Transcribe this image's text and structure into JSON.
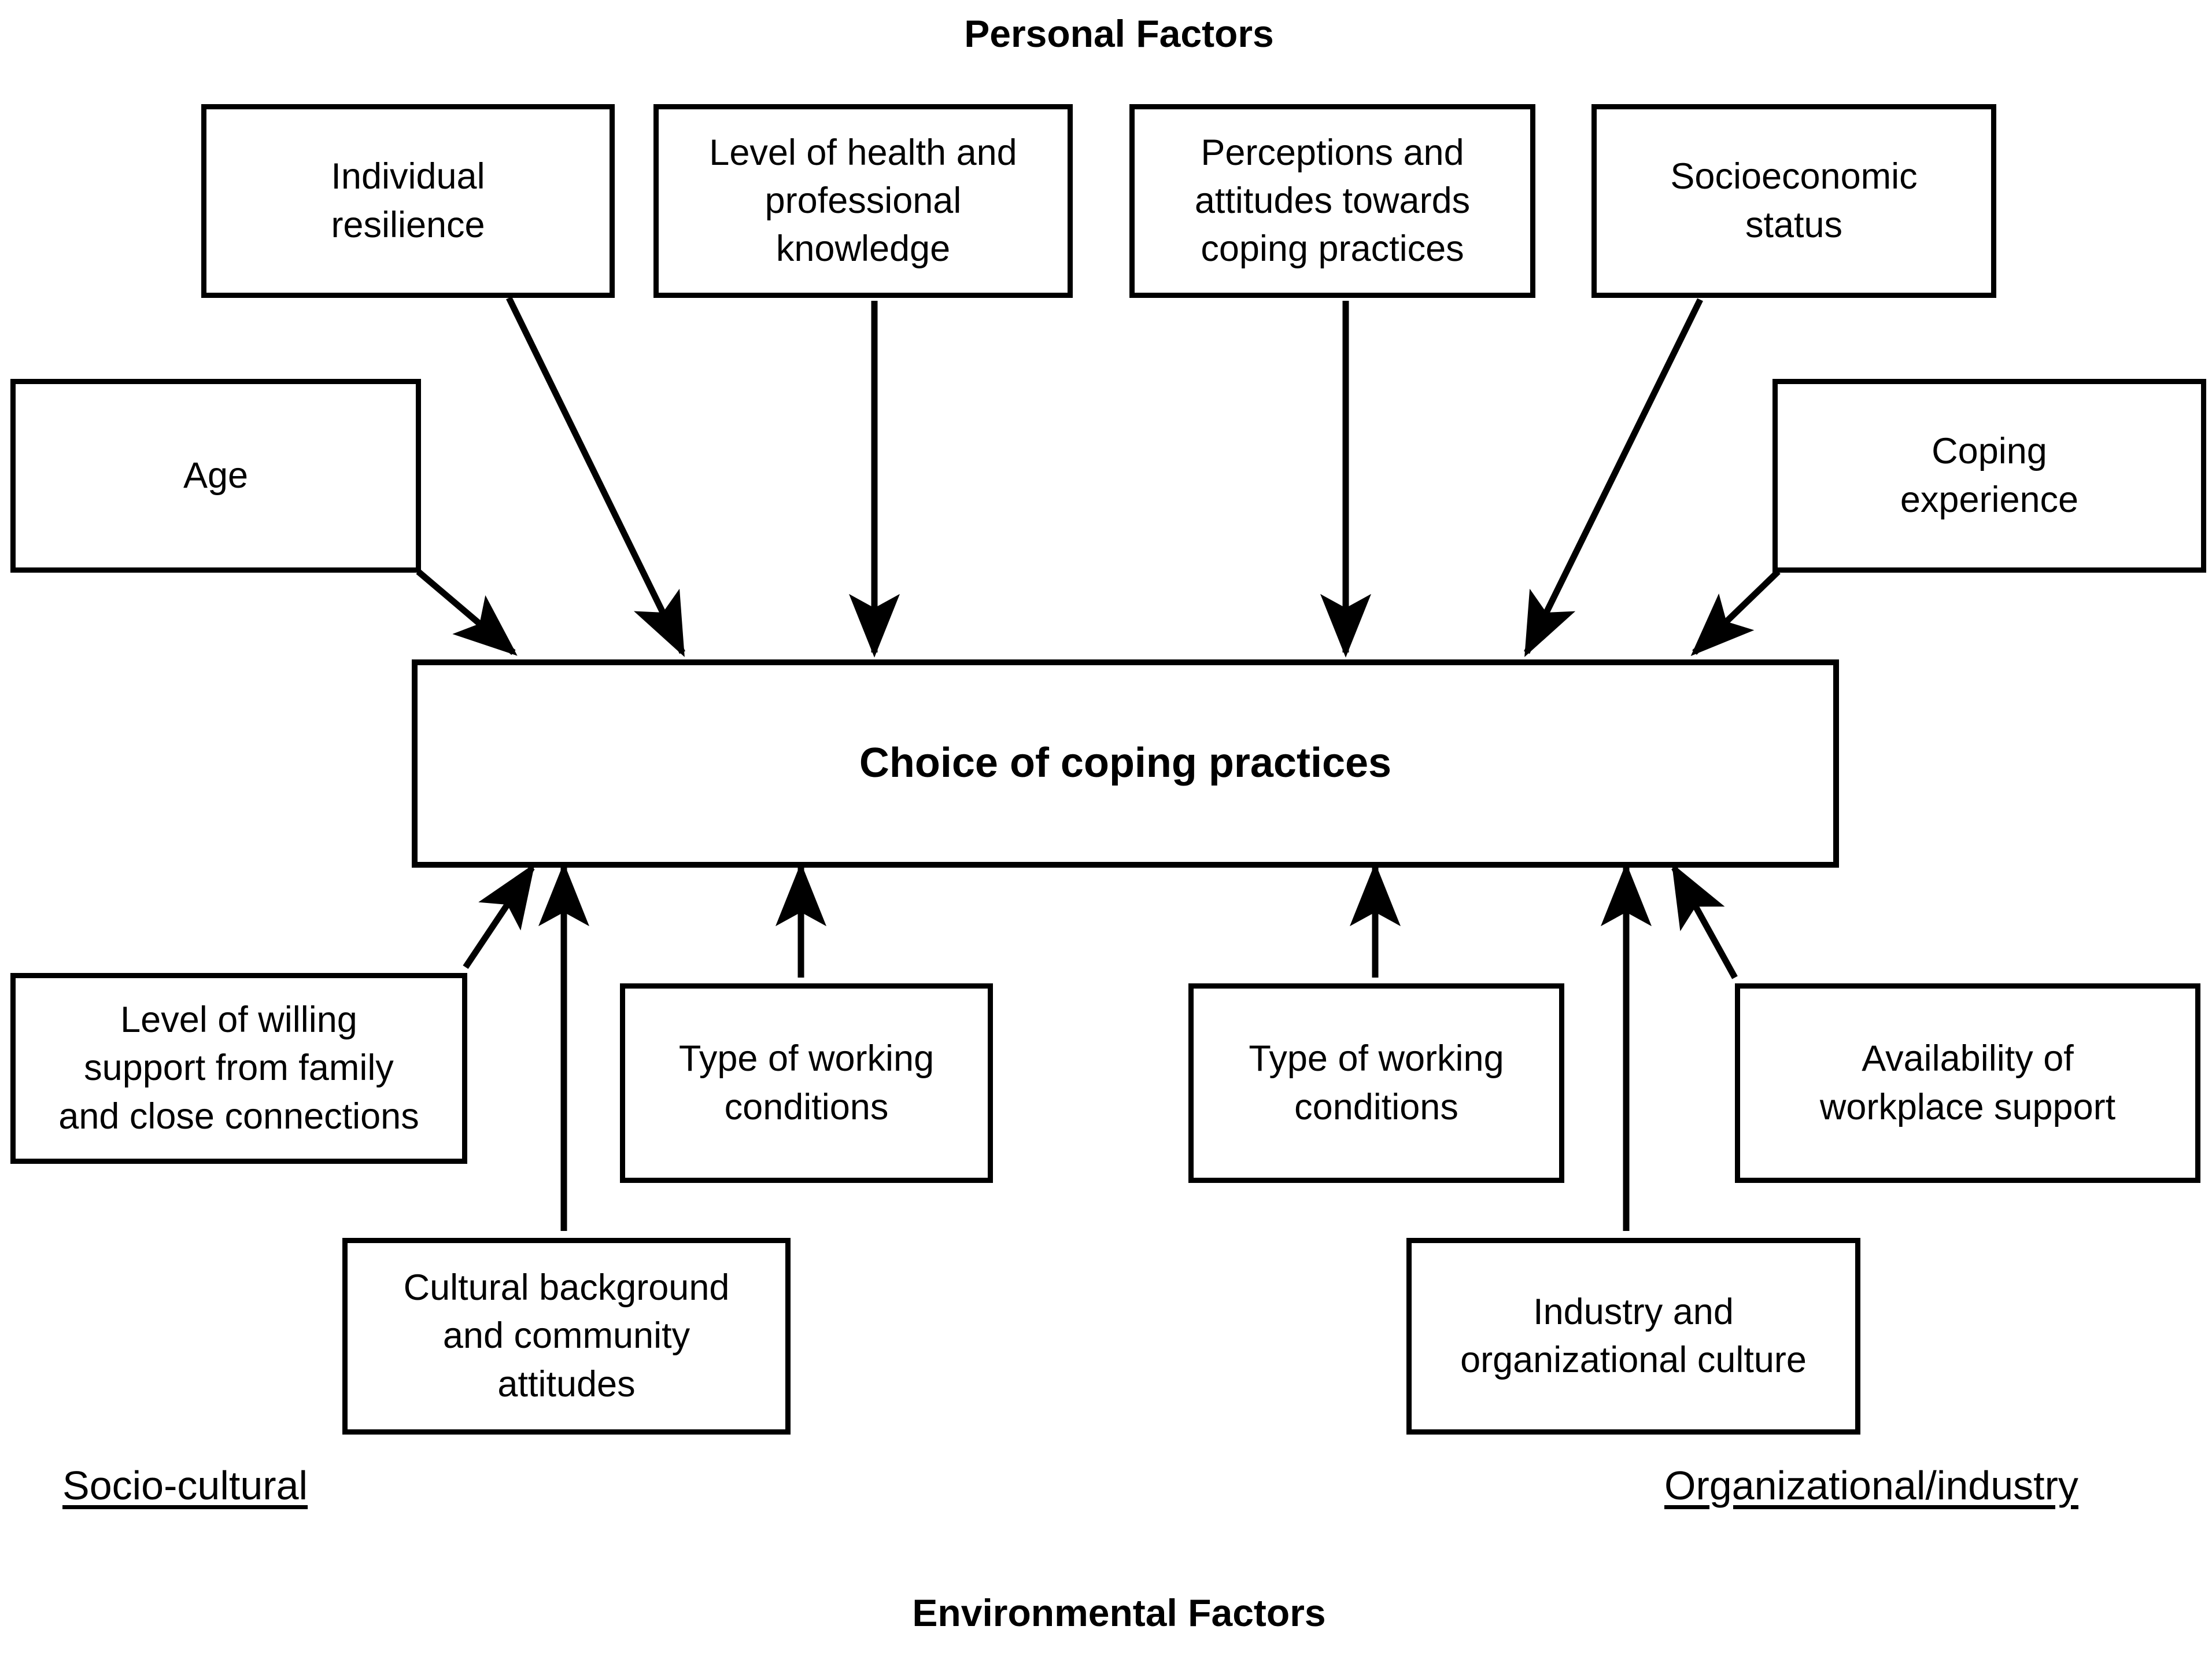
{
  "diagram": {
    "title_top": "Personal Factors",
    "title_bottom": "Environmental Factors",
    "center_node": "Choice of coping practices",
    "group_labels": {
      "left": "Socio-cultural",
      "right": "Organizational/industry"
    },
    "personal_factors": [
      {
        "id": "individual-resilience",
        "text": "Individual\nresilience"
      },
      {
        "id": "health-professional-knowledge",
        "text": "Level of health and\nprofessional\nknowledge"
      },
      {
        "id": "perceptions-attitudes",
        "text": "Perceptions and\nattitudes towards\ncoping practices"
      },
      {
        "id": "socioeconomic-status",
        "text": "Socioeconomic\nstatus"
      },
      {
        "id": "age",
        "text": "Age"
      },
      {
        "id": "coping-experience",
        "text": "Coping\nexperience"
      }
    ],
    "environmental_factors": [
      {
        "id": "willing-support-family",
        "text": "Level of willing\nsupport from  family\nand close connections"
      },
      {
        "id": "type-working-conditions-left",
        "text": "Type of working\nconditions"
      },
      {
        "id": "cultural-background",
        "text": "Cultural background\nand community\nattitudes"
      },
      {
        "id": "type-working-conditions-right",
        "text": "Type of working\nconditions"
      },
      {
        "id": "industry-organizational-culture",
        "text": "Industry and\norganizational culture"
      },
      {
        "id": "workplace-support",
        "text": "Availability of\nworkplace support"
      }
    ],
    "colors": {
      "stroke": "#000000",
      "fill": "#ffffff",
      "text": "#000000"
    }
  }
}
